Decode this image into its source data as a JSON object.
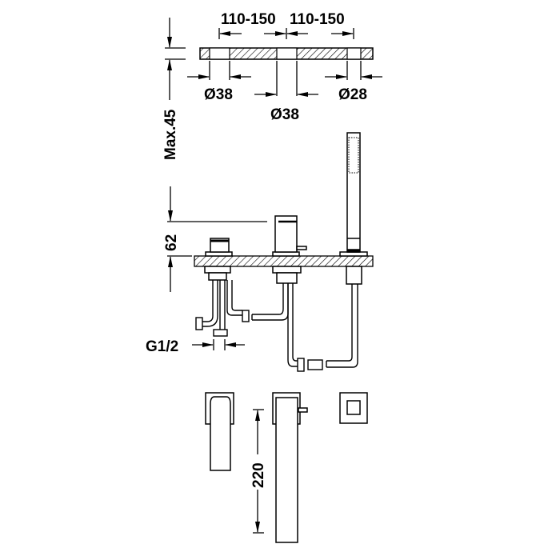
{
  "diagram": {
    "type": "technical-drawing",
    "subject": "deck-mounted 3-hole bath mixer with hand shower",
    "colors": {
      "line": "#000000",
      "background": "#ffffff"
    },
    "top_view": {
      "spacing_left": "110-150",
      "spacing_right": "110-150",
      "hole_left": "Ø38",
      "hole_center": "Ø38",
      "hole_right": "Ø28",
      "deck_thickness": "Max.45"
    },
    "side_view": {
      "spout_height": "62",
      "inlet_thread": "G1/2"
    },
    "detail_view": {
      "hose_length": "220"
    }
  }
}
